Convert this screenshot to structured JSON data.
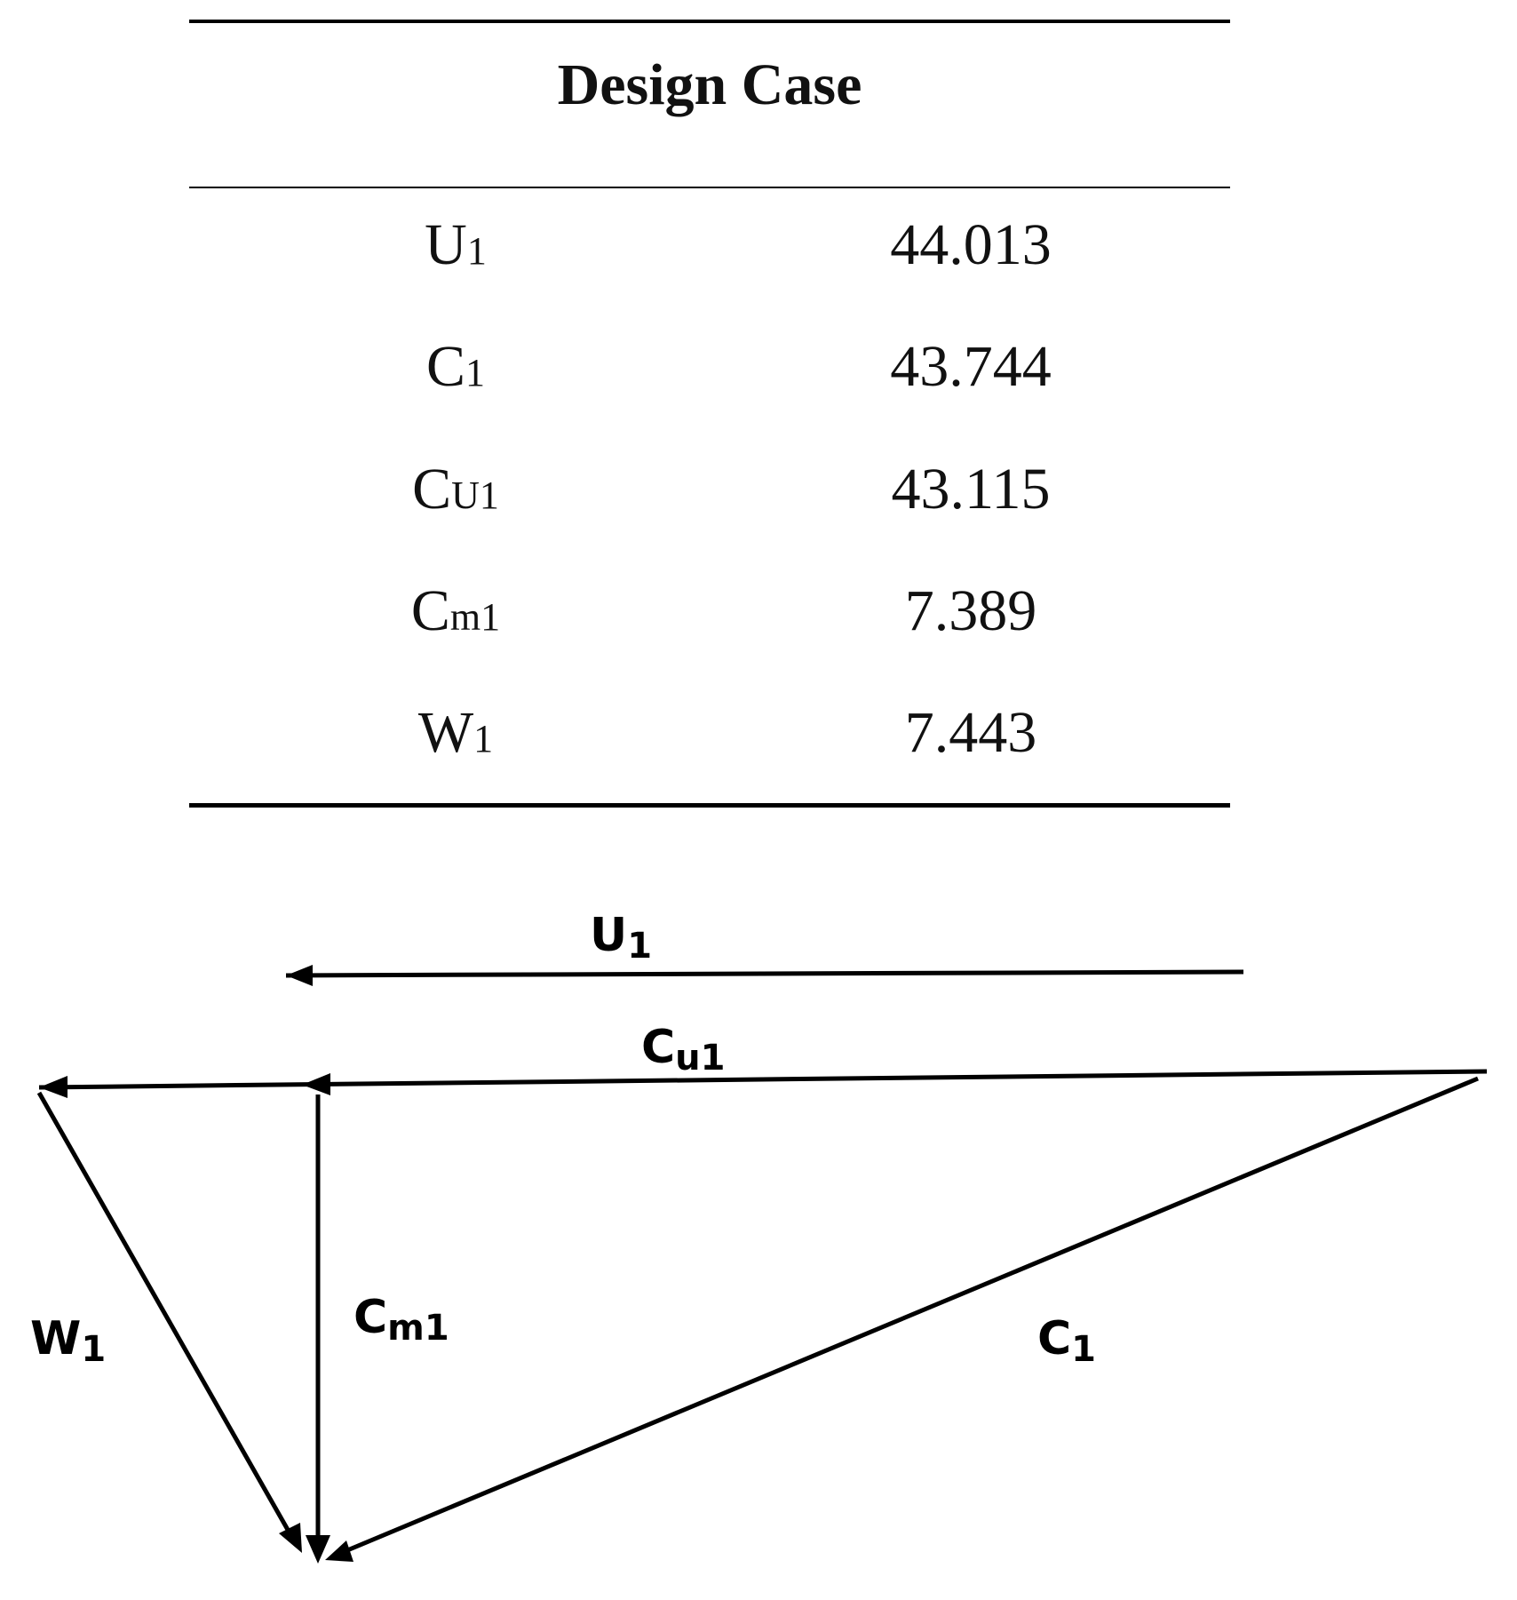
{
  "table": {
    "title": "Design Case",
    "rows": [
      {
        "symbol": "U",
        "subscript": "1",
        "value": "44.013"
      },
      {
        "symbol": "C",
        "subscript": "1",
        "value": "43.744"
      },
      {
        "symbol": "C",
        "subscript": "U1",
        "value": "43.115"
      },
      {
        "symbol": "C",
        "subscript": "m1",
        "value": "7.389"
      },
      {
        "symbol": "W",
        "subscript": "1",
        "value": "7.443"
      }
    ]
  },
  "diagram": {
    "vectors": [
      {
        "id": "u1",
        "symbol": "U",
        "subscript": "1"
      },
      {
        "id": "cu1",
        "symbol": "C",
        "subscript": "u1"
      },
      {
        "id": "cm1",
        "symbol": "C",
        "subscript": "m1"
      },
      {
        "id": "w1",
        "symbol": "W",
        "subscript": "1"
      },
      {
        "id": "c1",
        "symbol": "C",
        "subscript": "1"
      }
    ]
  }
}
